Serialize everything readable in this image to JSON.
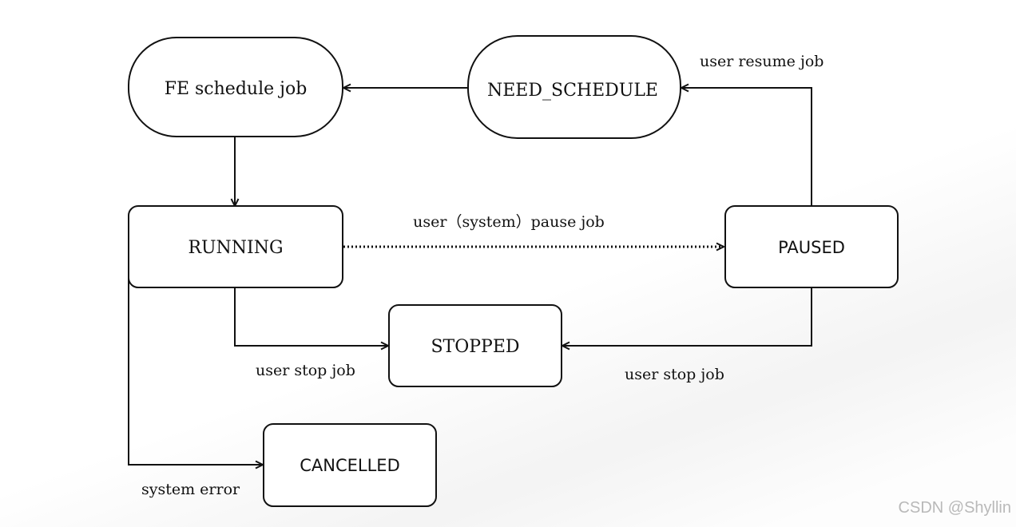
{
  "nodes": {
    "fe_schedule": "FE schedule job",
    "need_schedule": "NEED_SCHEDULE",
    "running": "RUNNING",
    "paused": "PAUSED",
    "stopped": "STOPPED",
    "cancelled": "CANCELLED"
  },
  "edges": {
    "user_resume": "user resume job",
    "pause": "user（system）pause job",
    "running_stop": "user stop job",
    "paused_stop": "user stop job",
    "system_error": "system error"
  },
  "watermark": "CSDN @Shyllin"
}
